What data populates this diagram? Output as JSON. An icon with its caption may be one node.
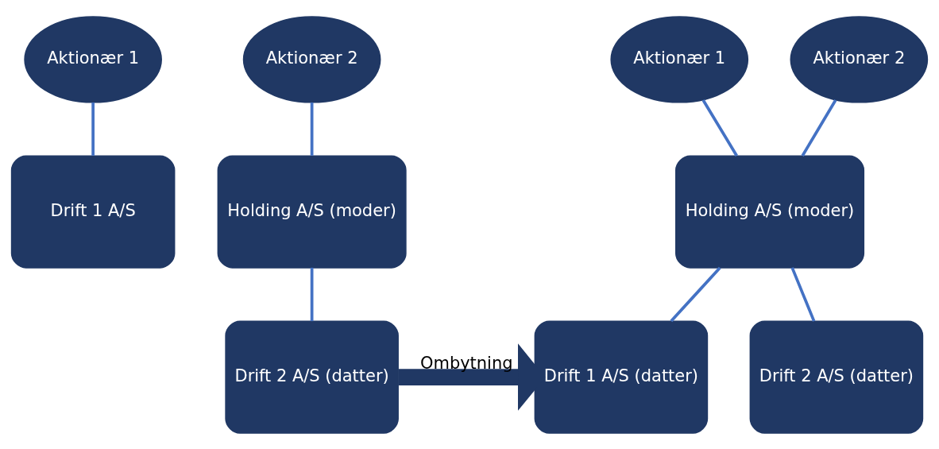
{
  "diagram": {
    "nodes": [
      {
        "text": [
          "Aktionær 1"
        ]
      },
      {
        "text": [
          "Drift 1 A/S"
        ]
      },
      {
        "text": [
          "Aktionær 2"
        ]
      },
      {
        "text": [
          "Holding A/S (moder)"
        ]
      },
      {
        "text": [
          "Drift 2 A/S (datter)"
        ]
      },
      {
        "text": [
          "Aktionær 1"
        ]
      },
      {
        "text": [
          "Aktionær 2"
        ]
      },
      {
        "text": [
          "Holding A/S (moder)"
        ]
      },
      {
        "text": [
          "Drift 1 A/S (datter)"
        ]
      },
      {
        "text": [
          "Drift 2 A/S (datter)"
        ]
      }
    ],
    "edges": [
      {
        "from": 0,
        "to": 1,
        "arrow": "none"
      },
      {
        "from": 2,
        "to": 3,
        "arrow": "none"
      },
      {
        "from": 3,
        "to": 4,
        "arrow": "none"
      },
      {
        "from": 4,
        "to": 8,
        "arrow": "to",
        "label": "Ombytning",
        "style": "thick",
        "color": "#203864"
      },
      {
        "from": 5,
        "to": 7,
        "arrow": "none"
      },
      {
        "from": 6,
        "to": 7,
        "arrow": "none"
      },
      {
        "from": 7,
        "to": 8,
        "arrow": "none"
      },
      {
        "from": 7,
        "to": 9,
        "arrow": "none"
      }
    ]
  }
}
